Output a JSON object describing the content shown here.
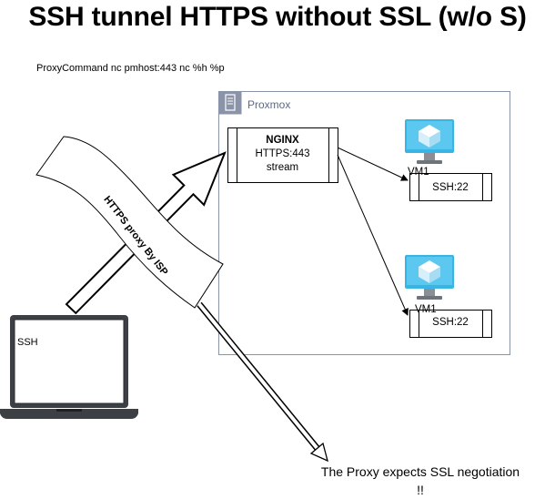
{
  "title": "SSH tunnel HTTPS without SSL (w/o S)",
  "proxy_command": "ProxyCommand nc pmhost:443 nc %h %p",
  "proxmox": {
    "label": "Proxmox",
    "icon": "proxmox-server-icon",
    "border_color": "#8a93a8"
  },
  "nginx": {
    "title": "NGINX",
    "line1": "HTTPS:443",
    "line2": "stream"
  },
  "vms": [
    {
      "name": "VM1",
      "port": "SSH:22",
      "icon": "virtual-machine-icon"
    },
    {
      "name": "VM1",
      "port": "SSH:22",
      "icon": "virtual-machine-icon"
    }
  ],
  "isp_proxy": {
    "label": "HTTPS proxy By ISP"
  },
  "laptop": {
    "label": "SSH",
    "icon": "laptop-icon"
  },
  "note": "The Proxy expects SSL negotiation !!",
  "colors": {
    "vm_monitor": "#37b6e6",
    "vm_stand": "#8a8f96",
    "laptop_body": "#3c3f43"
  }
}
